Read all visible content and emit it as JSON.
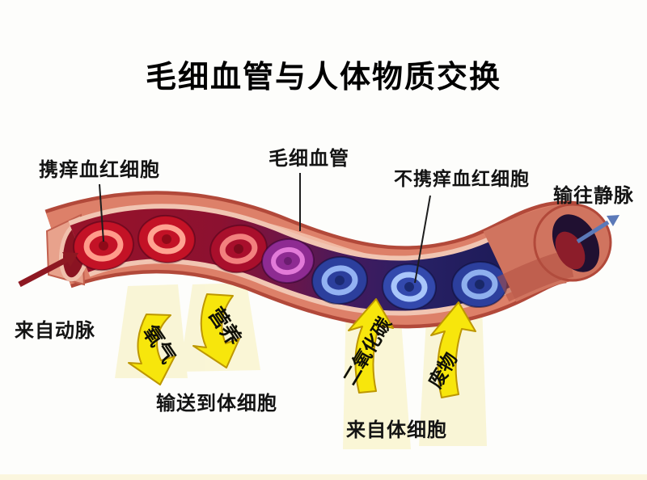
{
  "title": "毛细血管与人体物质交换",
  "labels": {
    "oxy_rbc": "携痒血红细胞",
    "capillary": "毛细血管",
    "deoxy_rbc": "不携痒血红细胞",
    "to_vein": "输往静脉",
    "from_artery": "来自动脉",
    "to_body_cells": "输送到体细胞",
    "from_body_cells": "来自体细胞"
  },
  "arrows": {
    "oxygen": "氧气",
    "nutrients": "营养",
    "carbon_dioxide": "二氧化碳",
    "waste": "废物"
  },
  "colors": {
    "background": "#fdfdfb",
    "title_text": "#000000",
    "label_text": "#141414",
    "vessel_wall": "#dd8069",
    "vessel_outline": "#b2493a",
    "vessel_highlight": "#f5c2ac",
    "vessel_cut_lip": "#f1c5b2",
    "lumen_arterial_red": "#97132a",
    "lumen_venous_blue": "#1b1a55",
    "red_cell": "#c31226",
    "red_cell_dark": "#a90f2c",
    "purple_cell": "#8e2b92",
    "blue_cell": "#2c3f9d",
    "blue_cell_bright": "#3349ad",
    "flow_arrow_yellow": "#f7e60c",
    "flow_arrow_outline": "#bd9700",
    "artery_arrow": "#8e1822",
    "vein_arrow": "#5b79b8"
  }
}
